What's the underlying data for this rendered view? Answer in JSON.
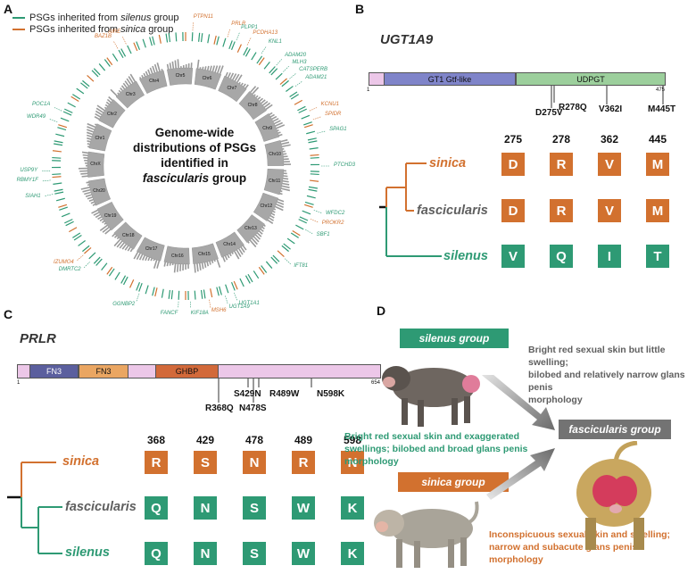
{
  "colors": {
    "green": "#2e9a74",
    "orange": "#d2712f",
    "gray_text": "#5f5f5f",
    "green_text": "#2e9a74",
    "orange_text": "#d2712f",
    "gt1_domain": "#7f84c9",
    "udpgt_domain": "#9ccf9c",
    "pink_bar": "#ecc7e8",
    "fn3_1": "#5b5f9e",
    "fn3_2": "#eaa662",
    "ghbp": "#d2693a",
    "fascicularis_tag": "#737373"
  },
  "panelA": {
    "letter": "A",
    "legend": [
      {
        "prefix": "PSGs inherited from ",
        "group": "silenus",
        "suffix": " group",
        "color": "#2e9a74"
      },
      {
        "prefix": "PSGs inherited from ",
        "group": "sinica",
        "suffix": " group",
        "color": "#d2712f"
      }
    ],
    "center_lines": [
      "Genome-wide",
      "distributions of PSGs",
      "identified in"
    ],
    "center_italic": "fascicularis",
    "center_tail": " group",
    "chromosomes": [
      "Chr1",
      "Chr2",
      "Chr3",
      "Chr4",
      "Chr5",
      "Chr6",
      "Chr7",
      "Chr8",
      "Chr9",
      "Chr10",
      "Chr11",
      "Chr12",
      "Chr13",
      "Chr14",
      "Chr15",
      "Chr16",
      "Chr17",
      "Chr18",
      "Chr19",
      "Chr20",
      "ChrX"
    ],
    "genes": [
      {
        "name": "PTPN11",
        "group": "sinica"
      },
      {
        "name": "PRLR",
        "group": "sinica"
      },
      {
        "name": "PLPP1",
        "group": "silenus"
      },
      {
        "name": "PCDHA13",
        "group": "sinica"
      },
      {
        "name": "KNL1",
        "group": "silenus"
      },
      {
        "name": "ADAM20",
        "group": "silenus"
      },
      {
        "name": "MLH3",
        "group": "silenus"
      },
      {
        "name": "CATSPERB",
        "group": "silenus"
      },
      {
        "name": "ADAM21",
        "group": "silenus"
      },
      {
        "name": "KCNU1",
        "group": "sinica"
      },
      {
        "name": "SPIDR",
        "group": "sinica"
      },
      {
        "name": "SPAG1",
        "group": "silenus"
      },
      {
        "name": "PTCHD3",
        "group": "silenus"
      },
      {
        "name": "WFDC2",
        "group": "silenus"
      },
      {
        "name": "PROKR2",
        "group": "sinica"
      },
      {
        "name": "SBF1",
        "group": "silenus"
      },
      {
        "name": "IFT81",
        "group": "silenus"
      },
      {
        "name": "UGT1A1",
        "group": "silenus"
      },
      {
        "name": "UGT1A9",
        "group": "silenus"
      },
      {
        "name": "MSH6",
        "group": "sinica"
      },
      {
        "name": "KIF18A",
        "group": "silenus"
      },
      {
        "name": "FANCF",
        "group": "silenus"
      },
      {
        "name": "GGNBP2",
        "group": "silenus"
      },
      {
        "name": "DMRTC2",
        "group": "silenus"
      },
      {
        "name": "IZUMO4",
        "group": "sinica"
      },
      {
        "name": "SIAH1",
        "group": "silenus"
      },
      {
        "name": "RBMY1F",
        "group": "silenus"
      },
      {
        "name": "USP9Y",
        "group": "silenus"
      },
      {
        "name": "WDR49",
        "group": "silenus"
      },
      {
        "name": "POC1A",
        "group": "silenus"
      },
      {
        "name": "BAZ1B",
        "group": "sinica"
      },
      {
        "name": "AIRE",
        "group": "sinica"
      }
    ]
  },
  "panelB": {
    "letter": "B",
    "title": "UGT1A9",
    "length_start": "1",
    "length_end": "475",
    "domains": [
      {
        "name": "GT1 Gtf-like"
      },
      {
        "name": "UDPGT"
      }
    ],
    "mutations": [
      "D275V",
      "R278Q",
      "V362I",
      "M445T"
    ],
    "positions": [
      "275",
      "278",
      "362",
      "445"
    ],
    "rows": [
      {
        "species": "sinica",
        "color": "#d2712f",
        "box_color": "#d2712f",
        "residues": [
          "D",
          "R",
          "V",
          "M"
        ]
      },
      {
        "species": "fascicularis",
        "color": "#5f5f5f",
        "box_color": "#d2712f",
        "residues": [
          "D",
          "R",
          "V",
          "M"
        ]
      },
      {
        "species": "silenus",
        "color": "#2e9a74",
        "box_color": "#2e9a74",
        "residues": [
          "V",
          "Q",
          "I",
          "T"
        ]
      }
    ]
  },
  "panelC": {
    "letter": "C",
    "title": "PRLR",
    "length_start": "1",
    "length_end": "654",
    "domains": [
      {
        "name": "FN3"
      },
      {
        "name": "FN3"
      },
      {
        "name": "GHBP"
      }
    ],
    "mutations": [
      "R368Q",
      "S429N",
      "N478S",
      "R489W",
      "N598K"
    ],
    "positions": [
      "368",
      "429",
      "478",
      "489",
      "598"
    ],
    "rows": [
      {
        "species": "sinica",
        "color": "#d2712f",
        "box_color": "#d2712f",
        "residues": [
          "R",
          "S",
          "N",
          "R",
          "N"
        ]
      },
      {
        "species": "fascicularis",
        "color": "#5f5f5f",
        "box_color": "#2e9a74",
        "residues": [
          "Q",
          "N",
          "S",
          "W",
          "K"
        ]
      },
      {
        "species": "silenus",
        "color": "#2e9a74",
        "box_color": "#2e9a74",
        "residues": [
          "Q",
          "N",
          "S",
          "W",
          "K"
        ]
      }
    ]
  },
  "panelD": {
    "letter": "D",
    "silenus_tag": "silenus group",
    "sinica_tag": "sinica group",
    "fascicularis_tag": "fascicularis group",
    "desc_fascicularis": [
      "Bright red sexual skin but little swelling;",
      "bilobed and relatively narrow glans penis",
      "morphology"
    ],
    "desc_silenus": [
      "Bright red sexual skin and exaggerated",
      "swellings; bilobed and broad glans penis",
      "morphology"
    ],
    "desc_sinica": [
      "Inconspicuous sexual skin and swelling;",
      "narrow and subacute glans penis",
      "morphology"
    ]
  }
}
